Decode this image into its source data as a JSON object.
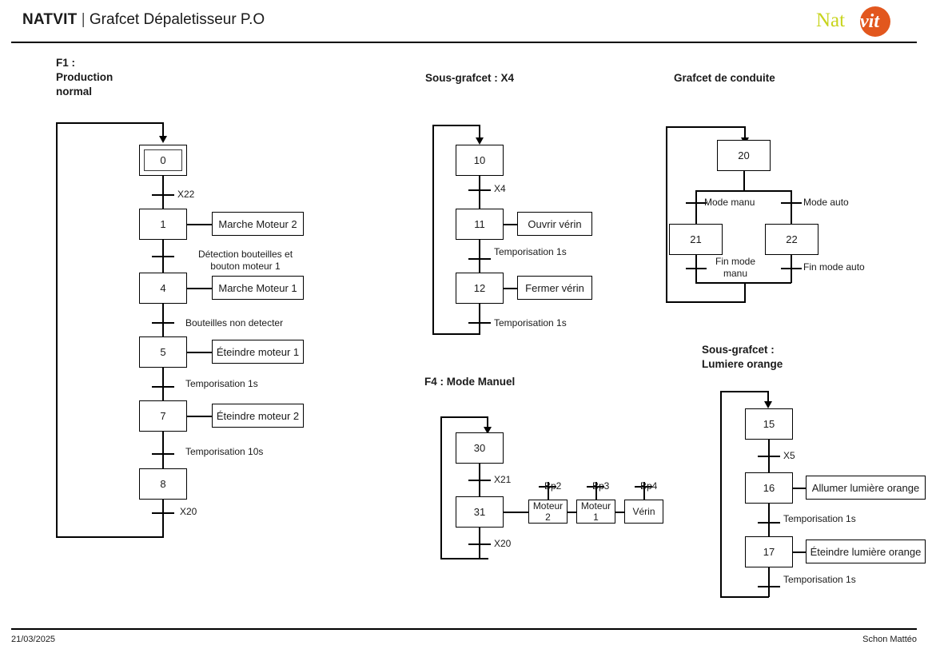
{
  "header": {
    "brand": "NATVIT",
    "separator": "|",
    "subtitle": "Grafcet Dépaletisseur P.O",
    "logo": {
      "part1": "Nat",
      "part2": "vit",
      "color_text": "#c8d41e",
      "color_circle": "#e2571e"
    }
  },
  "footer": {
    "date": "21/03/2025",
    "author": "Schon Mattéo"
  },
  "sections": {
    "f1": {
      "title": "F1 :\nProduction\nnormal",
      "steps": [
        {
          "id": "0",
          "initial": true
        },
        {
          "id": "1",
          "initial": false
        },
        {
          "id": "4",
          "initial": false
        },
        {
          "id": "5",
          "initial": false
        },
        {
          "id": "7",
          "initial": false
        },
        {
          "id": "8",
          "initial": false
        }
      ],
      "actions": [
        {
          "for_step": "1",
          "label": "Marche Moteur 2"
        },
        {
          "for_step": "4",
          "label": "Marche Moteur 1"
        },
        {
          "for_step": "5",
          "label": "Éteindre moteur 1"
        },
        {
          "for_step": "7",
          "label": "Éteindre moteur 2"
        }
      ],
      "transitions": [
        {
          "label": "X22"
        },
        {
          "label": "Détection bouteilles et\nbouton moteur 1"
        },
        {
          "label": "Bouteilles non detecter"
        },
        {
          "label": "Temporisation 1s"
        },
        {
          "label": "Temporisation 10s"
        },
        {
          "label": "X20"
        }
      ]
    },
    "x4": {
      "title": "Sous-grafcet : X4",
      "steps": [
        {
          "id": "10",
          "initial": false
        },
        {
          "id": "11",
          "initial": false
        },
        {
          "id": "12",
          "initial": false
        }
      ],
      "actions": [
        {
          "for_step": "11",
          "label": "Ouvrir vérin"
        },
        {
          "for_step": "12",
          "label": "Fermer vérin"
        }
      ],
      "transitions": [
        {
          "label": "X4"
        },
        {
          "label": "Temporisation 1s"
        },
        {
          "label": "Temporisation 1s"
        }
      ]
    },
    "conduite": {
      "title": "Grafcet de conduite",
      "steps": [
        {
          "id": "20",
          "initial": false
        },
        {
          "id": "21",
          "initial": false
        },
        {
          "id": "22",
          "initial": false
        }
      ],
      "transitions": [
        {
          "label": "Mode manu"
        },
        {
          "label": "Mode auto"
        },
        {
          "label": "Fin mode\nmanu"
        },
        {
          "label": "Fin mode auto"
        }
      ]
    },
    "f4": {
      "title": "F4 : Mode Manuel",
      "steps": [
        {
          "id": "30",
          "initial": false
        },
        {
          "id": "31",
          "initial": false
        }
      ],
      "transitions": [
        {
          "label": "X21"
        },
        {
          "label": "X20"
        }
      ],
      "conditional_actions": [
        {
          "condition": "Bp2",
          "label": "Moteur 2"
        },
        {
          "condition": "Bp3",
          "label": "Moteur 1"
        },
        {
          "condition": "Bp4",
          "label": "Vérin"
        }
      ]
    },
    "lumiere": {
      "title": "Sous-grafcet :\nLumiere orange",
      "steps": [
        {
          "id": "15",
          "initial": false
        },
        {
          "id": "16",
          "initial": false
        },
        {
          "id": "17",
          "initial": false
        }
      ],
      "actions": [
        {
          "for_step": "16",
          "label": "Allumer lumière orange"
        },
        {
          "for_step": "17",
          "label": "Éteindre lumière orange"
        }
      ],
      "transitions": [
        {
          "label": "X5"
        },
        {
          "label": "Temporisation 1s"
        },
        {
          "label": "Temporisation 1s"
        }
      ]
    }
  }
}
